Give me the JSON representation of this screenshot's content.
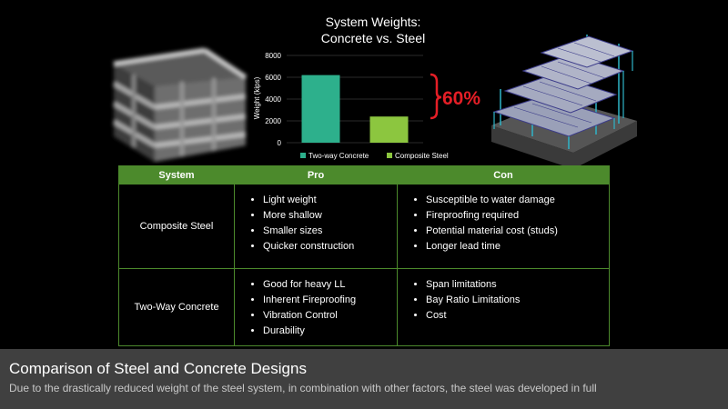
{
  "chart_data": {
    "type": "bar",
    "title": [
      "System Weights:",
      "Concrete vs. Steel"
    ],
    "ylabel": "Weight (kips)",
    "ylim": [
      0,
      8000
    ],
    "yticks": [
      0,
      2000,
      4000,
      6000,
      8000
    ],
    "categories": [
      "Two-way Concrete",
      "Composite Steel"
    ],
    "values": [
      6200,
      2400
    ],
    "colors": [
      "#2db08c",
      "#8cc63f"
    ],
    "legend": [
      "Two-way Concrete",
      "Composite Steel"
    ],
    "legend_position": "bottom",
    "grid": true,
    "annotation": "60%"
  },
  "table": {
    "headers": [
      "System",
      "Pro",
      "Con"
    ],
    "rows": [
      {
        "system": "Composite Steel",
        "pros": [
          "Light weight",
          "More shallow",
          "Smaller sizes",
          "Quicker construction"
        ],
        "cons": [
          "Susceptible to water damage",
          "Fireproofing required",
          "Potential material cost (studs)",
          "Longer lead time"
        ]
      },
      {
        "system": "Two-Way Concrete",
        "pros": [
          "Good for heavy LL",
          "Inherent Fireproofing",
          "Vibration Control",
          "Durability"
        ],
        "cons": [
          "Span limitations",
          "Bay Ratio Limitations",
          "Cost"
        ]
      }
    ]
  },
  "caption": {
    "title": "Comparison of Steel and Concrete Designs",
    "text": "Due to the drastically reduced weight of the steel system, in combination with other factors, the steel was developed in full"
  },
  "colors": {
    "header_green": "#4c8a2c",
    "annotation_red": "#e41e26",
    "caption_band": "#404040"
  }
}
